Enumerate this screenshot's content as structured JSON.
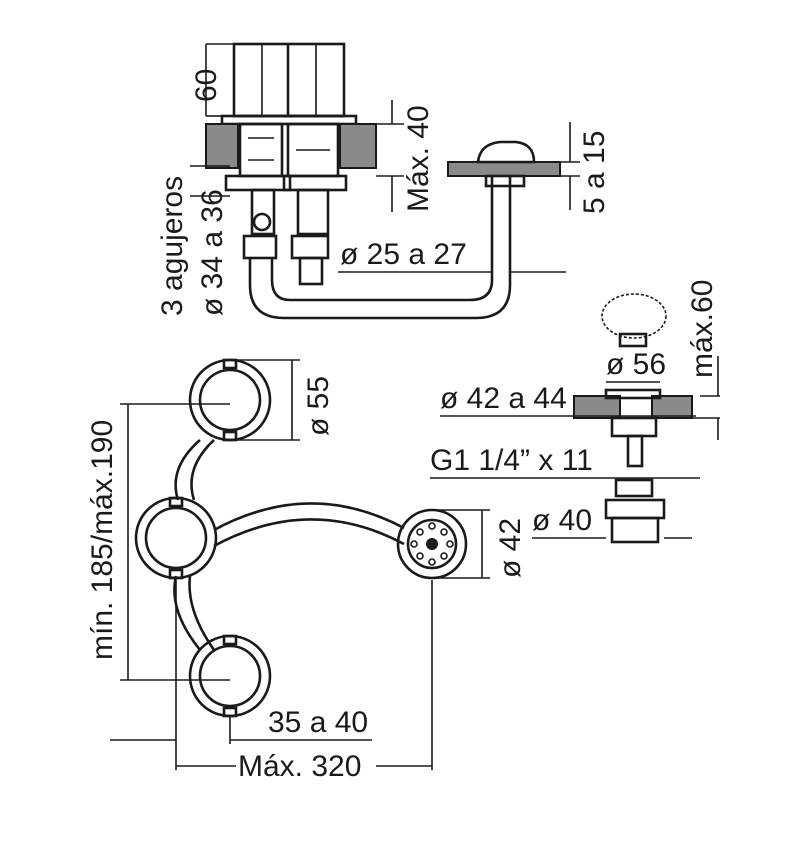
{
  "dimensions": {
    "height_60": "60",
    "max_40": "Máx. 40",
    "range_5_15": "5 a 15",
    "holes_count": "3 agujeros",
    "hole_diameter": "ø 34 a 36",
    "pipe_diameter": "ø 25 a 27",
    "max_60": "máx.60",
    "diameter_56": "ø 56",
    "diameter_42_44": "ø 42 a 44",
    "thread": "G1 1/4” x 11",
    "diameter_40": "ø 40",
    "diameter_55": "ø 55",
    "diameter_42": "ø 42",
    "min_max_190": "mín. 185/máx.190",
    "range_35_40": "35 a 40",
    "max_320": "Máx. 320"
  }
}
